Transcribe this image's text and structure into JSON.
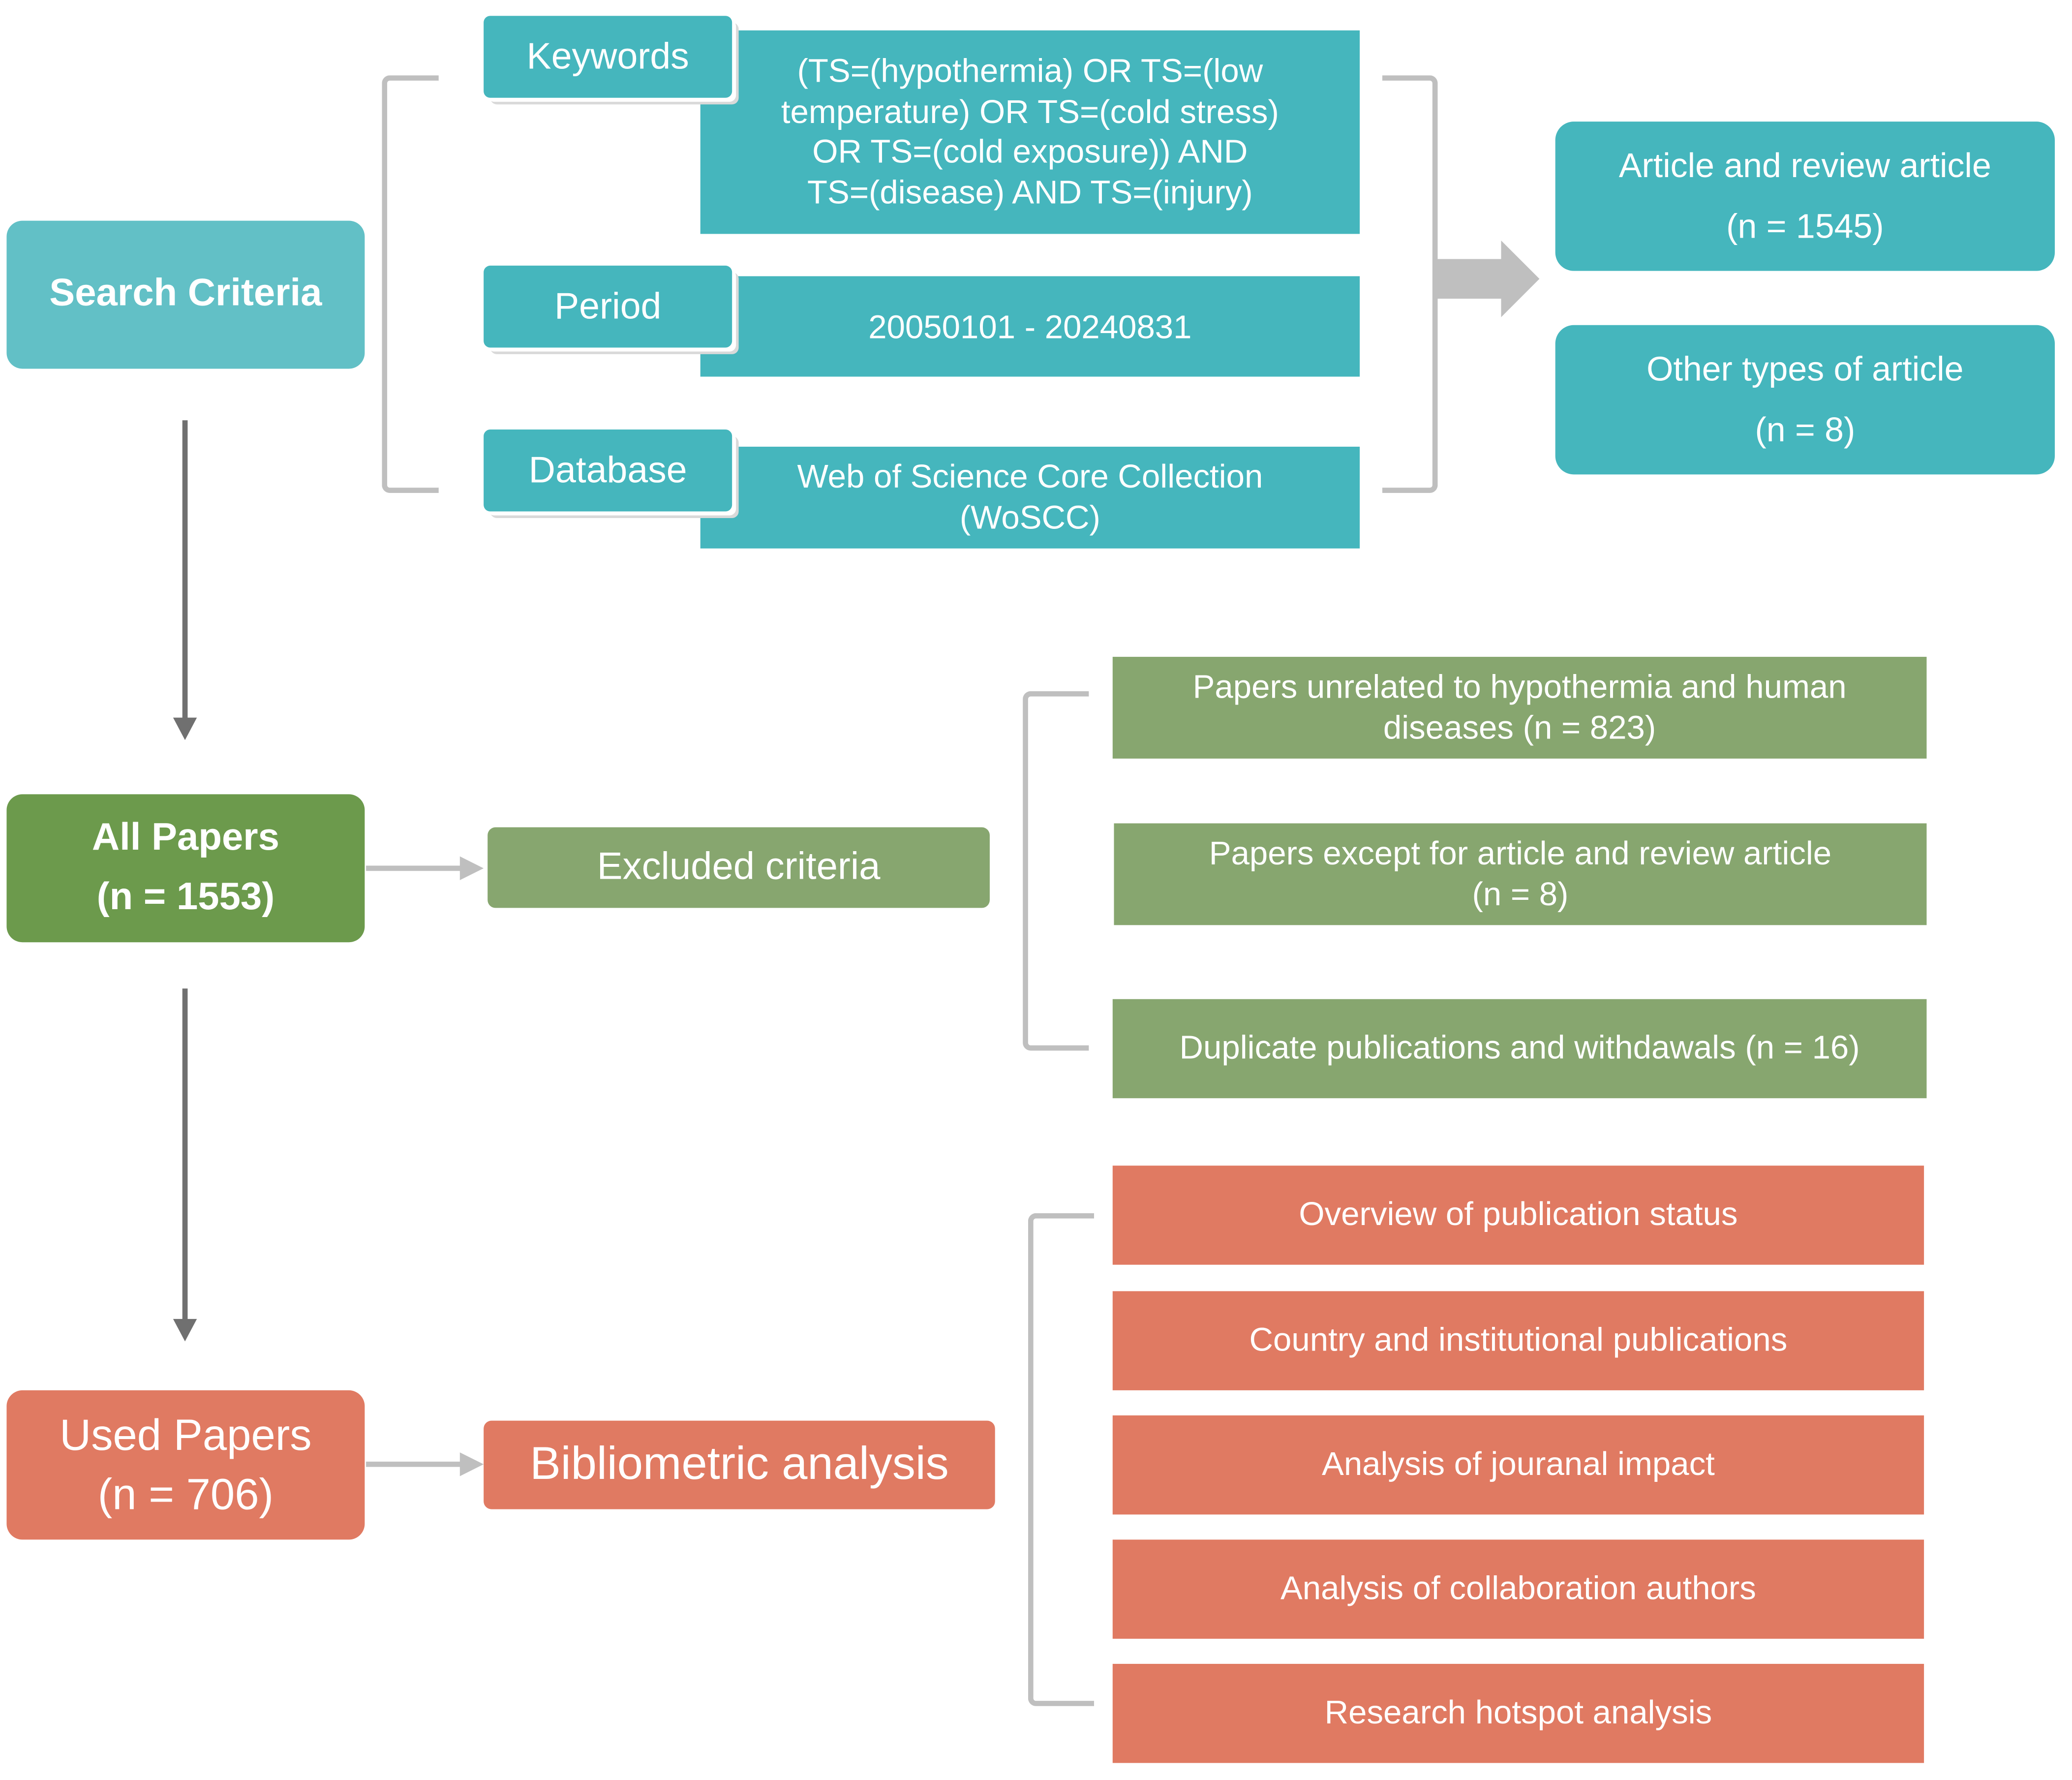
{
  "search": {
    "title": "Search Criteria",
    "keywords_label": "Keywords",
    "keywords_value": "(TS=(hypothermia) OR TS=(low\ntemperature) OR TS=(cold stress)\nOR TS=(cold exposure)) AND\nTS=(disease) AND TS=(injury)",
    "period_label": "Period",
    "period_value": "20050101 - 20240831",
    "database_label": "Database",
    "database_value": "Web of Science Core Collection\n(WoSCC)"
  },
  "results": {
    "article_line1": "Article and review article",
    "article_line2": "(n = 1545)",
    "other_line1": "Other types of article",
    "other_line2": "(n = 8)"
  },
  "all_papers": {
    "line1": "All Papers",
    "line2": "(n = 1553)"
  },
  "excluded": {
    "label": "Excluded criteria",
    "items": [
      "Papers unrelated to hypothermia and human\ndiseases (n = 823)",
      "Papers except for article and review article\n(n = 8)",
      "Duplicate publications and withdawals (n = 16)"
    ]
  },
  "used_papers": {
    "line1": "Used Papers",
    "line2": "(n = 706)"
  },
  "analysis": {
    "label": "Bibliometric analysis",
    "items": [
      "Overview of publication status",
      "Country and institutional publications",
      "Analysis of jouranal impact",
      "Analysis of collaboration authors",
      "Research hotspot analysis"
    ]
  },
  "colors": {
    "teal": "#45b6bd",
    "teal_light": "#62c0c6",
    "green": "#87a66f",
    "green_dark": "#6c9a4c",
    "red": "#e07a62",
    "connector_gray": "#bfbfbf",
    "arrow_dark": "#707070"
  }
}
